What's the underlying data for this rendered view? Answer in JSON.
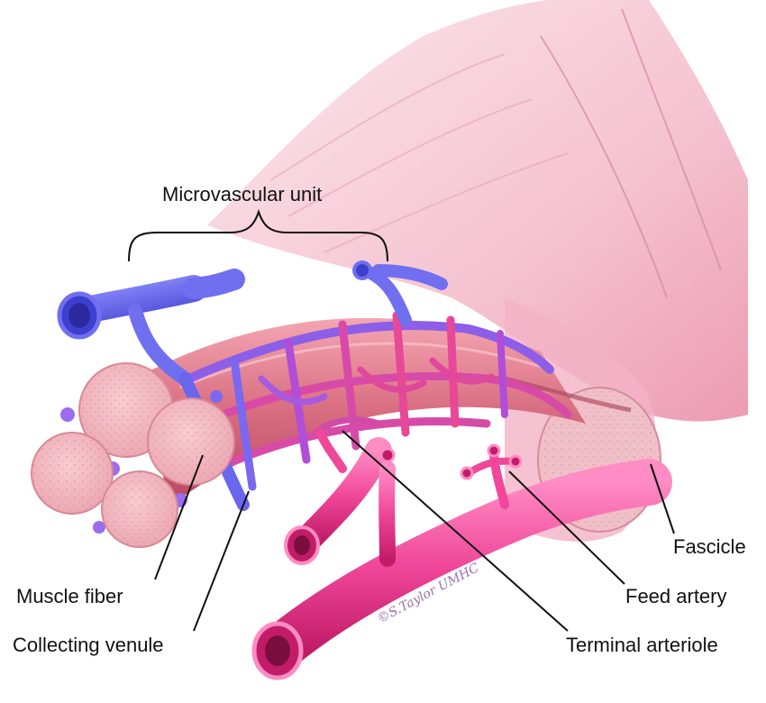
{
  "labels": {
    "microvascular_unit": "Microvascular unit",
    "fascicle": "Fascicle",
    "muscle_fiber": "Muscle fiber",
    "feed_artery": "Feed artery",
    "collecting_venule": "Collecting venule",
    "terminal_arteriole": "Terminal arteriole"
  },
  "signature": "©S.Taylor UMHC",
  "colors": {
    "muscle": "#f6c4cf",
    "muscle_dark": "#e58fa4",
    "vein": "#6f6ff0",
    "vein_mid": "#8d5ee8",
    "artery": "#f0479a",
    "artery_dark": "#c91f6e",
    "fiber": "#f3b6be",
    "fiber_dot": "#e49aa6",
    "line": "#111111"
  }
}
